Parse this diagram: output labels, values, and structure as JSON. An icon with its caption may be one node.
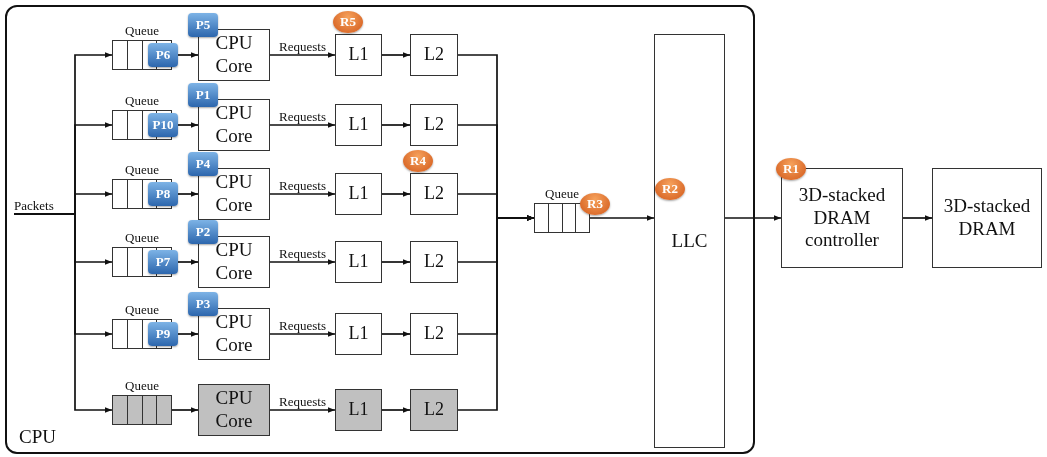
{
  "diagram": {
    "nodes": [
      {
        "text": [
          "CPU"
        ]
      },
      {
        "text": [
          "Packets"
        ],
        "in": 0
      },
      {
        "text": [
          "Queue"
        ],
        "in": 0
      },
      {
        "text": [
          "P6"
        ],
        "in": 0
      },
      {
        "text": [
          "P5"
        ],
        "in": 0
      },
      {
        "text": [
          "CPU Core"
        ],
        "in": 0
      },
      {
        "text": [
          "R5"
        ],
        "in": 0
      },
      {
        "text": [
          "L1"
        ],
        "in": 0
      },
      {
        "text": [
          "L2"
        ],
        "in": 0
      },
      {
        "text": [
          "Queue"
        ],
        "in": 0
      },
      {
        "text": [
          "P10"
        ],
        "in": 0
      },
      {
        "text": [
          "P1"
        ],
        "in": 0
      },
      {
        "text": [
          "CPU Core"
        ],
        "in": 0
      },
      {
        "text": [
          "L1"
        ],
        "in": 0
      },
      {
        "text": [
          "L2"
        ],
        "in": 0
      },
      {
        "text": [
          "Queue"
        ],
        "in": 0
      },
      {
        "text": [
          "P8"
        ],
        "in": 0
      },
      {
        "text": [
          "P4"
        ],
        "in": 0
      },
      {
        "text": [
          "CPU Core"
        ],
        "in": 0
      },
      {
        "text": [
          "L1"
        ],
        "in": 0
      },
      {
        "text": [
          "R4"
        ],
        "in": 0
      },
      {
        "text": [
          "L2"
        ],
        "in": 0
      },
      {
        "text": [
          "Queue"
        ],
        "in": 0
      },
      {
        "text": [
          "P7"
        ],
        "in": 0
      },
      {
        "text": [
          "P2"
        ],
        "in": 0
      },
      {
        "text": [
          "CPU Core"
        ],
        "in": 0
      },
      {
        "text": [
          "L1"
        ],
        "in": 0
      },
      {
        "text": [
          "L2"
        ],
        "in": 0
      },
      {
        "text": [
          "Queue"
        ],
        "in": 0
      },
      {
        "text": [
          "P9"
        ],
        "in": 0
      },
      {
        "text": [
          "P3"
        ],
        "in": 0
      },
      {
        "text": [
          "CPU Core"
        ],
        "in": 0
      },
      {
        "text": [
          "L1"
        ],
        "in": 0
      },
      {
        "text": [
          "L2"
        ],
        "in": 0
      },
      {
        "text": [
          "Queue"
        ],
        "in": 0
      },
      {
        "text": [
          "CPU Core"
        ],
        "in": 0
      },
      {
        "text": [
          "L1"
        ],
        "in": 0
      },
      {
        "text": [
          "L2"
        ],
        "in": 0
      },
      {
        "text": [
          "Queue"
        ],
        "in": 0
      },
      {
        "text": [
          "R3"
        ],
        "in": 0
      },
      {
        "text": [
          "LLC"
        ],
        "in": 0
      },
      {
        "text": [
          "R2"
        ],
        "in": 40
      },
      {
        "text": [
          "R1"
        ]
      },
      {
        "text": [
          "3D-stacked DRAM controller"
        ]
      },
      {
        "text": [
          "3D-stacked DRAM"
        ]
      }
    ],
    "edges": [
      {
        "from": 1,
        "to": 2,
        "arrow": "to"
      },
      {
        "from": 1,
        "to": 9,
        "arrow": "to"
      },
      {
        "from": 1,
        "to": 15,
        "arrow": "to"
      },
      {
        "from": 1,
        "to": 22,
        "arrow": "to"
      },
      {
        "from": 1,
        "to": 28,
        "arrow": "to"
      },
      {
        "from": 1,
        "to": 34,
        "arrow": "to"
      },
      {
        "from": 2,
        "to": 5,
        "arrow": "to"
      },
      {
        "from": 5,
        "to": 7,
        "arrow": "to",
        "label": "Requests"
      },
      {
        "from": 7,
        "to": 8,
        "arrow": "to"
      },
      {
        "from": 9,
        "to": 12,
        "arrow": "to"
      },
      {
        "from": 12,
        "to": 13,
        "arrow": "to",
        "label": "Requests"
      },
      {
        "from": 13,
        "to": 14,
        "arrow": "to"
      },
      {
        "from": 15,
        "to": 18,
        "arrow": "to"
      },
      {
        "from": 18,
        "to": 19,
        "arrow": "to",
        "label": "Requests"
      },
      {
        "from": 19,
        "to": 21,
        "arrow": "to"
      },
      {
        "from": 22,
        "to": 25,
        "arrow": "to"
      },
      {
        "from": 25,
        "to": 26,
        "arrow": "to",
        "label": "Requests"
      },
      {
        "from": 26,
        "to": 27,
        "arrow": "to"
      },
      {
        "from": 28,
        "to": 31,
        "arrow": "to"
      },
      {
        "from": 31,
        "to": 32,
        "arrow": "to",
        "label": "Requests"
      },
      {
        "from": 32,
        "to": 33,
        "arrow": "to"
      },
      {
        "from": 34,
        "to": 35,
        "arrow": "to"
      },
      {
        "from": 35,
        "to": 36,
        "arrow": "to",
        "label": "Requests"
      },
      {
        "from": 36,
        "to": 37,
        "arrow": "to"
      },
      {
        "from": 8,
        "to": 38,
        "arrow": "to"
      },
      {
        "from": 14,
        "to": 38,
        "arrow": "to"
      },
      {
        "from": 21,
        "to": 38,
        "arrow": "to"
      },
      {
        "from": 27,
        "to": 38,
        "arrow": "to"
      },
      {
        "from": 33,
        "to": 38,
        "arrow": "to"
      },
      {
        "from": 37,
        "to": 38,
        "arrow": "to"
      },
      {
        "from": 38,
        "to": 40,
        "arrow": "to"
      },
      {
        "from": 40,
        "to": 43,
        "arrow": "to"
      },
      {
        "from": 43,
        "to": 44,
        "arrow": "to"
      }
    ]
  }
}
